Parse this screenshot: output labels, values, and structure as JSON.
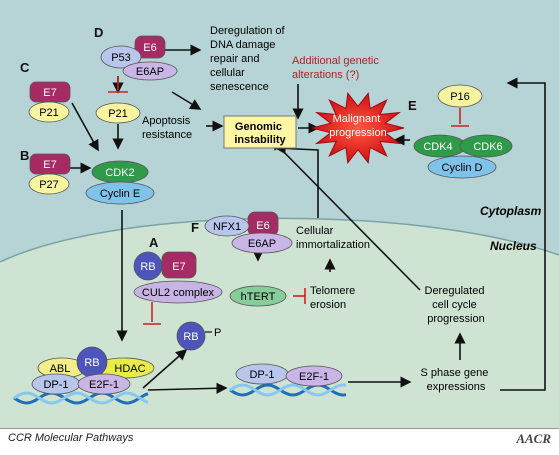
{
  "panel_letters": {
    "a": "A",
    "b": "B",
    "c": "C",
    "d": "D",
    "e": "E",
    "f": "F"
  },
  "region_labels": {
    "cytoplasm": "Cytoplasm",
    "nucleus": "Nucleus"
  },
  "nodes": {
    "e7_c": "E7",
    "p21_c": "P21",
    "e7_b": "E7",
    "p27_b": "P27",
    "cdk2": "CDK2",
    "cyclin_e": "Cyclin E",
    "p53": "P53",
    "e6_d": "E6",
    "e6ap_d": "E6AP",
    "p21_d": "P21",
    "genomic_instability": "Genomic instability",
    "malignant_progression": "Malignant progression",
    "p16": "P16",
    "cdk4": "CDK4",
    "cdk6": "CDK6",
    "cyclin_d": "Cyclin D",
    "rb_a": "RB",
    "e7_a": "E7",
    "cul2": "CUL2 complex",
    "nfx1": "NFX1",
    "e6_f": "E6",
    "e6ap_f": "E6AP",
    "htert": "hTERT",
    "rb_p": "RB",
    "p_label": "P",
    "abl": "ABL",
    "rb_bottom": "RB",
    "hdac": "HDAC",
    "dp1_left": "DP-1",
    "e2f1_left": "E2F-1",
    "dp1_right": "DP-1",
    "e2f1_right": "E2F-1"
  },
  "texts": {
    "dereg_dna": [
      "Deregulation of",
      "DNA damage",
      "repair and",
      "cellular",
      "senescence"
    ],
    "additional": [
      "Additional genetic",
      "alterations (?)"
    ],
    "apoptosis": [
      "Apoptosis",
      "resistance"
    ],
    "immortal": [
      "Cellular",
      "immortalization"
    ],
    "telomere": [
      "Telomere",
      "erosion"
    ],
    "dereg_cc": [
      "Deregulated",
      "cell cycle",
      "progression"
    ],
    "sphase": [
      "S phase gene",
      "expressions"
    ]
  },
  "footer": {
    "title": "CCR Molecular Pathways",
    "logo": "AACR"
  },
  "colors": {
    "cytoplasm": "#b6d3d5",
    "nucleus": "#cfe3d2",
    "e7": "#a62a63",
    "p21": "#f7f4a0",
    "cdk2": "#2f9a4a",
    "cyclin": "#7fc3ea",
    "p53": "#b9c6ec",
    "e6ap": "#c9b6e6",
    "genomic": "#fff6a3",
    "malignant": "#e3131a",
    "rb": "#4d55bb",
    "cul2": "#c7b4e4",
    "htert": "#86cd9a",
    "hdac": "#e8ec4a",
    "abl": "#f2ee8a",
    "inhibit": "#cc2222",
    "alteration_text": "#b3202a"
  }
}
